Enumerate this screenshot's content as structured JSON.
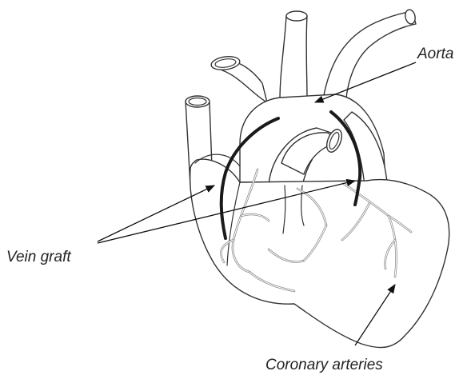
{
  "labels": {
    "aorta": "Aorta",
    "vein_graft": "Vein graft",
    "coronary_arteries": "Coronary arteries"
  }
}
